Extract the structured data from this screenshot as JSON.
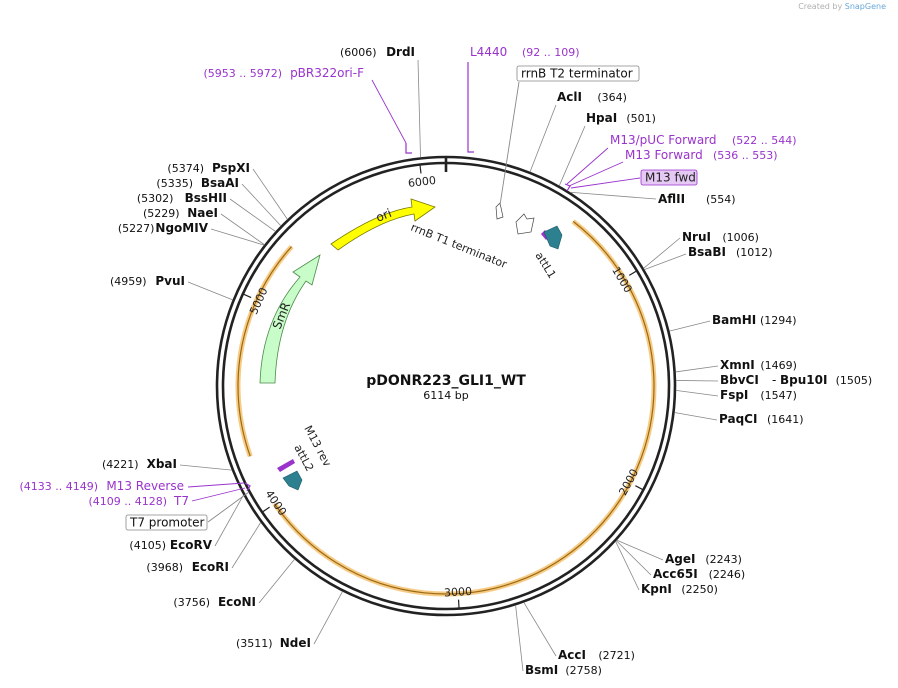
{
  "credit": {
    "prefix": "Created by",
    "brand": "SnapGene"
  },
  "plasmid": {
    "name": "pDONR223_GLI1_WT",
    "length_label": "6114 bp",
    "length": 6114
  },
  "ruler": [
    {
      "label": "1000",
      "pos": 1000
    },
    {
      "label": "2000",
      "pos": 2000
    },
    {
      "label": "3000",
      "pos": 3000
    },
    {
      "label": "4000",
      "pos": 4000
    },
    {
      "label": "5000",
      "pos": 5000
    },
    {
      "label": "6000",
      "pos": 6000
    }
  ],
  "sites": [
    {
      "id": "drdi",
      "name": "DrdI",
      "pos": "(6006)",
      "bp": 6006
    },
    {
      "id": "acli",
      "name": "AclI",
      "pos": "(364)",
      "bp": 364
    },
    {
      "id": "hpai",
      "name": "HpaI",
      "pos": "(501)",
      "bp": 501
    },
    {
      "id": "aflii",
      "name": "AflII",
      "pos": "(554)",
      "bp": 554
    },
    {
      "id": "nrui",
      "name": "NruI",
      "pos": "(1006)",
      "bp": 1006
    },
    {
      "id": "bsabi",
      "name": "BsaBI",
      "pos": "(1012)",
      "bp": 1012
    },
    {
      "id": "bamhi",
      "name": "BamHI",
      "pos": "(1294)",
      "bp": 1294
    },
    {
      "id": "xmni",
      "name": "XmnI",
      "pos": "(1469)",
      "bp": 1469
    },
    {
      "id": "bbvci",
      "name": "BbvCI",
      "pos": "",
      "bp": 1505
    },
    {
      "id": "bpu10i",
      "name": "Bpu10I",
      "pos": "(1505)",
      "bp": 1505,
      "sep": "-"
    },
    {
      "id": "fspi",
      "name": "FspI",
      "pos": "(1547)",
      "bp": 1547
    },
    {
      "id": "paqci",
      "name": "PaqCI",
      "pos": "(1641)",
      "bp": 1641
    },
    {
      "id": "agei",
      "name": "AgeI",
      "pos": "(2243)",
      "bp": 2243
    },
    {
      "id": "acc65i",
      "name": "Acc65I",
      "pos": "(2246)",
      "bp": 2246
    },
    {
      "id": "kpni",
      "name": "KpnI",
      "pos": "(2250)",
      "bp": 2250
    },
    {
      "id": "acci",
      "name": "AccI",
      "pos": "(2721)",
      "bp": 2721
    },
    {
      "id": "bsmi",
      "name": "BsmI",
      "pos": "(2758)",
      "bp": 2758
    },
    {
      "id": "ndei",
      "name": "NdeI",
      "pos": "(3511)",
      "bp": 3511
    },
    {
      "id": "econi",
      "name": "EcoNI",
      "pos": "(3756)",
      "bp": 3756
    },
    {
      "id": "ecori",
      "name": "EcoRI",
      "pos": "(3968)",
      "bp": 3968
    },
    {
      "id": "ecorv",
      "name": "EcoRV",
      "pos": "(4105)",
      "bp": 4105
    },
    {
      "id": "xbai",
      "name": "XbaI",
      "pos": "(4221)",
      "bp": 4221
    },
    {
      "id": "pvui",
      "name": "PvuI",
      "pos": "(4959)",
      "bp": 4959
    },
    {
      "id": "ngomiv",
      "name": "NgoMIV",
      "pos": "(5227)",
      "bp": 5227
    },
    {
      "id": "naei",
      "name": "NaeI",
      "pos": "(5229)",
      "bp": 5229
    },
    {
      "id": "bsshii",
      "name": "BssHII",
      "pos": "(5302)",
      "bp": 5302
    },
    {
      "id": "bsaai",
      "name": "BsaAI",
      "pos": "(5335)",
      "bp": 5335
    },
    {
      "id": "pspxi",
      "name": "PspXI",
      "pos": "(5374)",
      "bp": 5374
    }
  ],
  "primers": [
    {
      "id": "l4440",
      "name": "L4440",
      "range": "(92 .. 109)"
    },
    {
      "id": "pbr322ori",
      "name": "pBR322ori-F",
      "range": "(5953 .. 5972)"
    },
    {
      "id": "m13puc",
      "name": "M13/pUC Forward",
      "range": "(522 .. 544)"
    },
    {
      "id": "m13fwd",
      "name": "M13 Forward",
      "range": "(536 .. 553)"
    },
    {
      "id": "m13fwdbox",
      "name": "M13 fwd",
      "range": ""
    },
    {
      "id": "m13rev",
      "name": "M13 Reverse",
      "range": "(4133 .. 4149)"
    },
    {
      "id": "t7",
      "name": "T7",
      "range": "(4109 .. 4128)"
    }
  ],
  "features": [
    {
      "id": "rrnb-t2",
      "name": "rrnB T2 terminator"
    },
    {
      "id": "rrnb-t1",
      "name": "rrnB T1 terminator"
    },
    {
      "id": "attl1",
      "name": "attL1"
    },
    {
      "id": "attl2",
      "name": "attL2"
    },
    {
      "id": "m13rev-feat",
      "name": "M13 rev"
    },
    {
      "id": "ori",
      "name": "ori"
    },
    {
      "id": "smr",
      "name": "SmR"
    },
    {
      "id": "t7prom",
      "name": "T7 promoter"
    }
  ],
  "colors": {
    "backbone": "#222222",
    "insert": "#f0a020",
    "ori": "#ffff00",
    "smr": "#c8fcc8",
    "att": "#2c8090",
    "primer": "#9933cc",
    "site_line": "#888888"
  }
}
